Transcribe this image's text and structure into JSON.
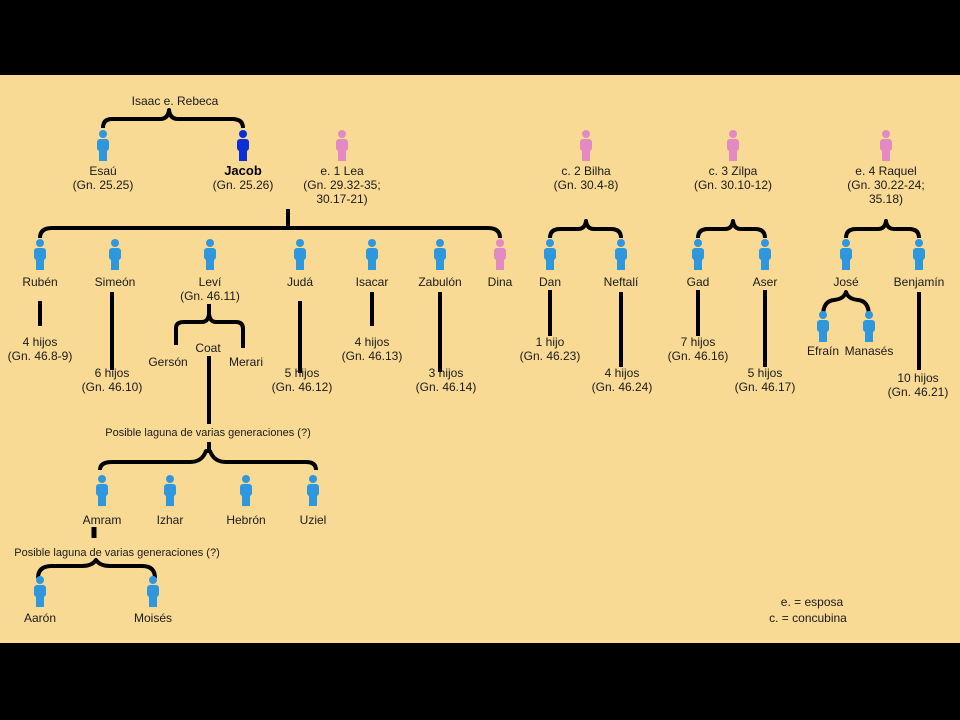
{
  "colors": {
    "background": "#f8da95",
    "male": "#2f97dd",
    "male_highlight": "#0b2fd6",
    "female": "#e38ac2",
    "line": "#000000"
  },
  "root": {
    "label": "Isaac e. Rebeca"
  },
  "people": {
    "esau": {
      "lines": [
        "Esaú",
        "(Gn. 25.25)"
      ],
      "icon": "male-icon"
    },
    "jacob": {
      "lines": [
        "Jacob",
        "(Gn. 25.26)"
      ],
      "icon": "male-highlight-icon"
    },
    "lea": {
      "lines": [
        "e. 1 Lea",
        "(Gn. 29.32-35;",
        "30.17-21)"
      ],
      "icon": "female-icon"
    },
    "bilha": {
      "lines": [
        "c. 2 Bilha",
        "(Gn. 30.4-8)"
      ],
      "icon": "female-icon"
    },
    "zilpa": {
      "lines": [
        "c. 3 Zilpa",
        "(Gn. 30.10-12)"
      ],
      "icon": "female-icon"
    },
    "raquel": {
      "lines": [
        "e. 4 Raquel",
        "(Gn. 30.22-24;",
        "35.18)"
      ],
      "icon": "female-icon"
    },
    "ruben": {
      "lines": [
        "Rubén"
      ],
      "icon": "male-icon"
    },
    "simeon": {
      "lines": [
        "Simeón"
      ],
      "icon": "male-icon"
    },
    "levi": {
      "lines": [
        "Leví",
        "(Gn. 46.11)"
      ],
      "icon": "male-icon"
    },
    "juda": {
      "lines": [
        "Judá"
      ],
      "icon": "male-icon"
    },
    "isacar": {
      "lines": [
        "Isacar"
      ],
      "icon": "male-icon"
    },
    "zabulon": {
      "lines": [
        "Zabulón"
      ],
      "icon": "male-icon"
    },
    "dina": {
      "lines": [
        "Dina"
      ],
      "icon": "female-icon"
    },
    "dan": {
      "lines": [
        "Dan"
      ],
      "icon": "male-icon"
    },
    "neftali": {
      "lines": [
        "Neftalí"
      ],
      "icon": "male-icon"
    },
    "gad": {
      "lines": [
        "Gad"
      ],
      "icon": "male-icon"
    },
    "aser": {
      "lines": [
        "Aser"
      ],
      "icon": "male-icon"
    },
    "jose": {
      "lines": [
        "José"
      ],
      "icon": "male-icon"
    },
    "benjamin": {
      "lines": [
        "Benjamín"
      ],
      "icon": "male-icon"
    },
    "efrain": {
      "lines": [
        "Efraín"
      ],
      "icon": "male-icon"
    },
    "manases": {
      "lines": [
        "Manasés"
      ],
      "icon": "male-icon"
    },
    "gerson": {
      "lines": [
        "Gersón"
      ]
    },
    "coat": {
      "lines": [
        "Coat"
      ]
    },
    "merari": {
      "lines": [
        "Merari"
      ]
    },
    "amram": {
      "lines": [
        "Amram"
      ],
      "icon": "male-icon"
    },
    "izhar": {
      "lines": [
        "Izhar"
      ],
      "icon": "male-icon"
    },
    "hebron": {
      "lines": [
        "Hebrón"
      ],
      "icon": "male-icon"
    },
    "uziel": {
      "lines": [
        "Uziel"
      ],
      "icon": "male-icon"
    },
    "aaron": {
      "lines": [
        "Aarón"
      ],
      "icon": "male-icon"
    },
    "moises": {
      "lines": [
        "Moisés"
      ],
      "icon": "male-icon"
    }
  },
  "descendants": {
    "ruben": [
      "4 hijos",
      "(Gn. 46.8-9)"
    ],
    "simeon": [
      "6 hijos",
      "(Gn. 46.10)"
    ],
    "juda": [
      "5 hijos",
      "(Gn. 46.12)"
    ],
    "isacar": [
      "4 hijos",
      "(Gn. 46.13)"
    ],
    "zabulon": [
      "3 hijos",
      "(Gn. 46.14)"
    ],
    "dan": [
      "1 hijo",
      "(Gn. 46.23)"
    ],
    "neftali": [
      "4 hijos",
      "(Gn. 46.24)"
    ],
    "gad": [
      "7 hijos",
      "(Gn. 46.16)"
    ],
    "aser": [
      "5 hijos",
      "(Gn. 46.17)"
    ],
    "benjamin": [
      "10 hijos",
      "(Gn. 46.21)"
    ]
  },
  "gaps": {
    "first": "Posible laguna de varias generaciones (?)",
    "second": "Posible laguna de varias generaciones (?)"
  },
  "legend": {
    "wife": "e. = esposa",
    "concubine": "c. = concubina"
  }
}
